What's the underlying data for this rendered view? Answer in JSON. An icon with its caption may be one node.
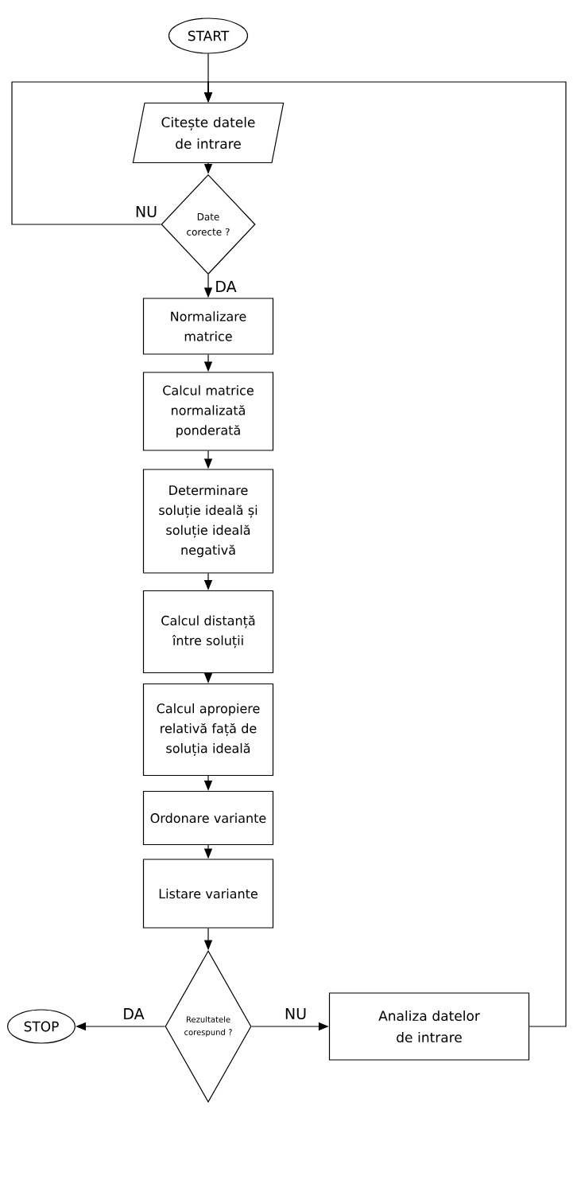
{
  "diagram": {
    "nodes": [
      {
        "text": [
          "START"
        ]
      },
      {
        "text": [
          "Citește datele de intrare"
        ]
      },
      {
        "text": [
          "Date corecte ?"
        ]
      },
      {
        "text": [
          "Normalizare matrice"
        ]
      },
      {
        "text": [
          "Calcul matrice normalizată ponderată"
        ]
      },
      {
        "text": [
          "Determinare soluție ideală și soluție ideală negativă"
        ]
      },
      {
        "text": [
          "Calcul distanță între soluții"
        ]
      },
      {
        "text": [
          "Calcul apropiere relativă față de soluția ideală"
        ]
      },
      {
        "text": [
          "Ordonare variante"
        ]
      },
      {
        "text": [
          "Listare variante"
        ]
      },
      {
        "text": [
          "Rezultatele corespund ?"
        ]
      },
      {
        "text": [
          "STOP"
        ]
      },
      {
        "text": [
          "Analiza datelor de intrare"
        ]
      }
    ],
    "edges": [
      {
        "from": 0,
        "to": 1,
        "arrow": "to"
      },
      {
        "from": 1,
        "to": 2,
        "arrow": "to"
      },
      {
        "from": 2,
        "to": 1,
        "arrow": "to",
        "label": "NU"
      },
      {
        "from": 2,
        "to": 3,
        "arrow": "to",
        "label": "DA"
      },
      {
        "from": 3,
        "to": 4,
        "arrow": "to"
      },
      {
        "from": 4,
        "to": 5,
        "arrow": "to"
      },
      {
        "from": 5,
        "to": 6,
        "arrow": "to"
      },
      {
        "from": 6,
        "to": 7,
        "arrow": "to"
      },
      {
        "from": 7,
        "to": 8,
        "arrow": "to"
      },
      {
        "from": 8,
        "to": 9,
        "arrow": "to"
      },
      {
        "from": 9,
        "to": 10,
        "arrow": "to"
      },
      {
        "from": 10,
        "to": 11,
        "arrow": "to",
        "label": "DA"
      },
      {
        "from": 10,
        "to": 12,
        "arrow": "to",
        "label": "NU"
      },
      {
        "from": 12,
        "to": 1,
        "arrow": "to"
      }
    ]
  }
}
